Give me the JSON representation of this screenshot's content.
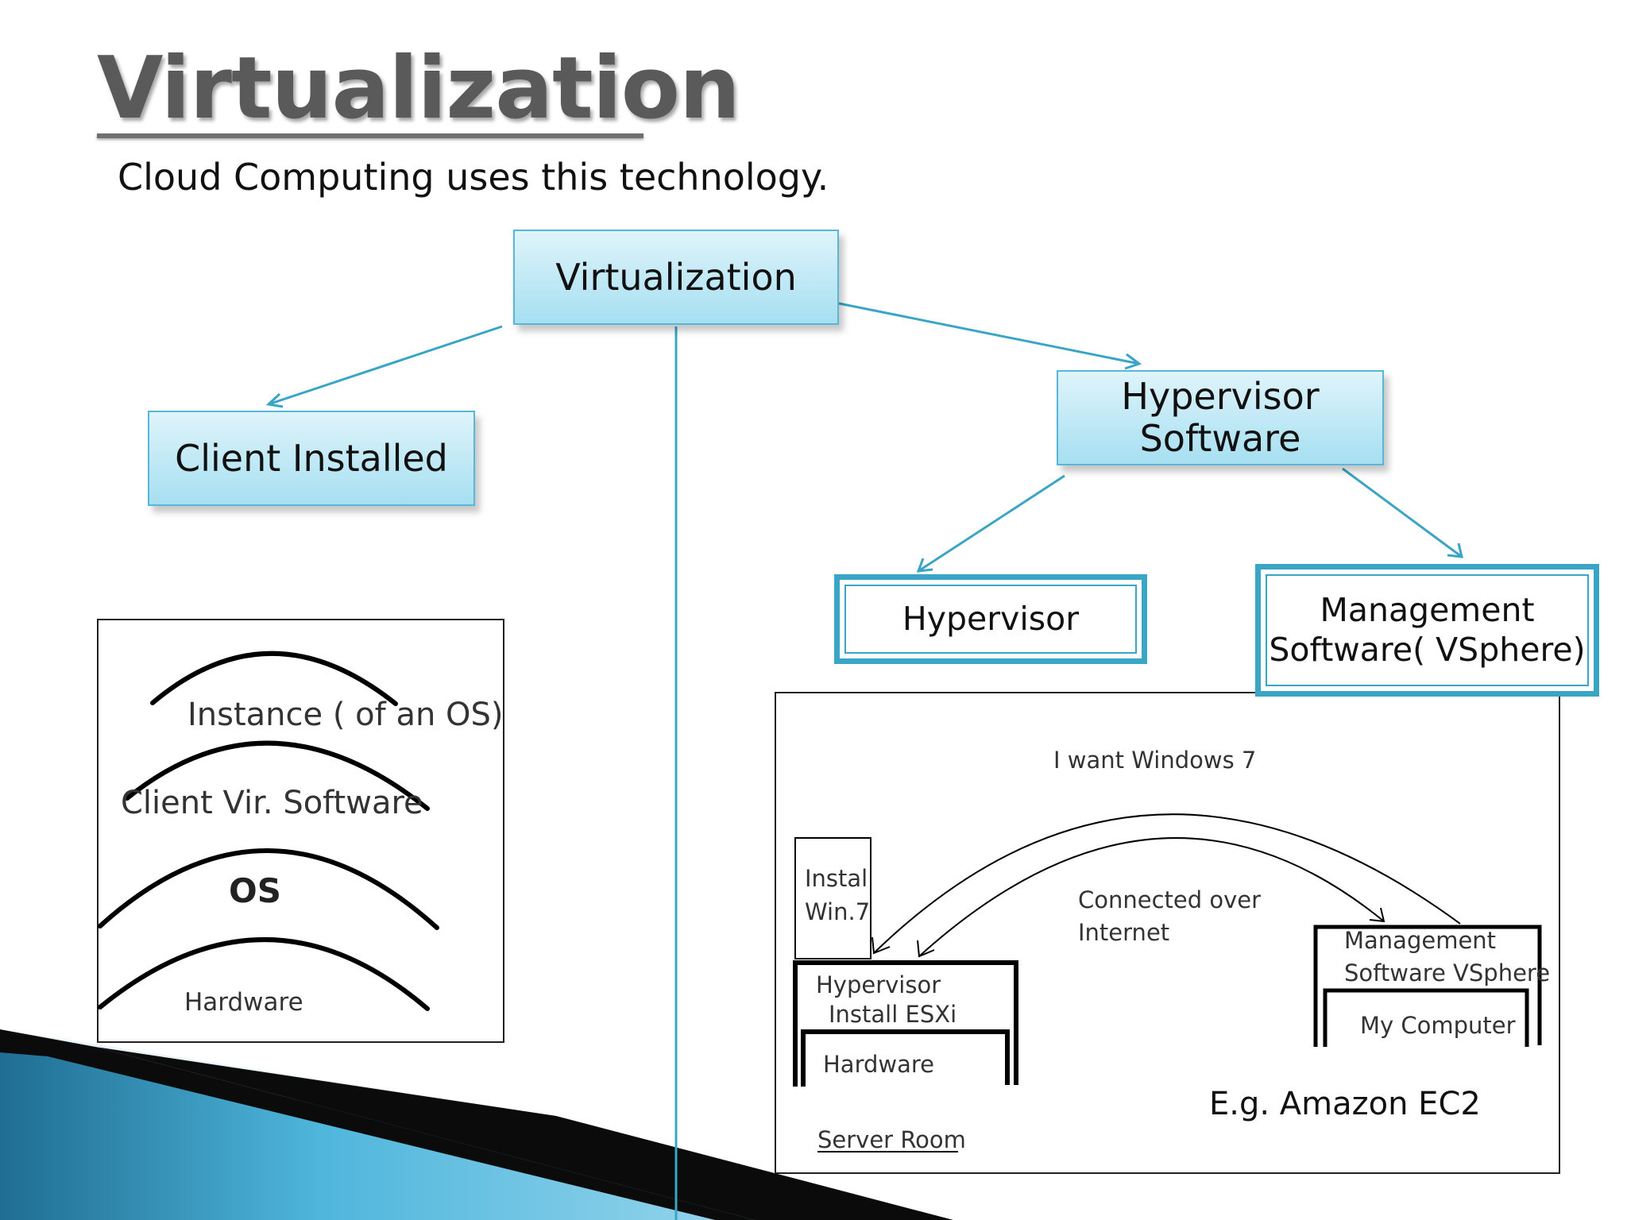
{
  "slide": {
    "title": "Virtualization",
    "subtitle": "Cloud Computing uses this technology."
  },
  "nodes": {
    "root": "Virtualization",
    "client_installed": "Client Installed",
    "hypervisor_software_line1": "Hypervisor",
    "hypervisor_software_line2": "Software",
    "hypervisor": "Hypervisor",
    "management_line1": "Management",
    "management_line2": "Software( VSphere)"
  },
  "left_sketch": {
    "instance": "Instance ( of an OS)",
    "client_vir": "Client Vir. Software",
    "os": "OS",
    "hardware": "Hardware"
  },
  "right_sketch": {
    "want": "I want Windows 7",
    "install_line1": "Instal",
    "install_line2": "Win.7",
    "connected_line1": "Connected over",
    "connected_line2": "Internet",
    "hypervisor_line1": "Hypervisor",
    "hypervisor_line2": "Install ESXi",
    "hardware": "Hardware",
    "mgmt_line1": "Management",
    "mgmt_line2": "Software VSphere",
    "my_computer": "My Computer",
    "example": "E.g. Amazon EC2",
    "server_room": "Server Room"
  },
  "colors": {
    "accent": "#3aa5c4",
    "node_fill_top": "#dff4fb",
    "node_fill_bottom": "#a6dff1",
    "corner_dark": "#0a0a0a",
    "corner_blue": "#2f8fb8"
  }
}
